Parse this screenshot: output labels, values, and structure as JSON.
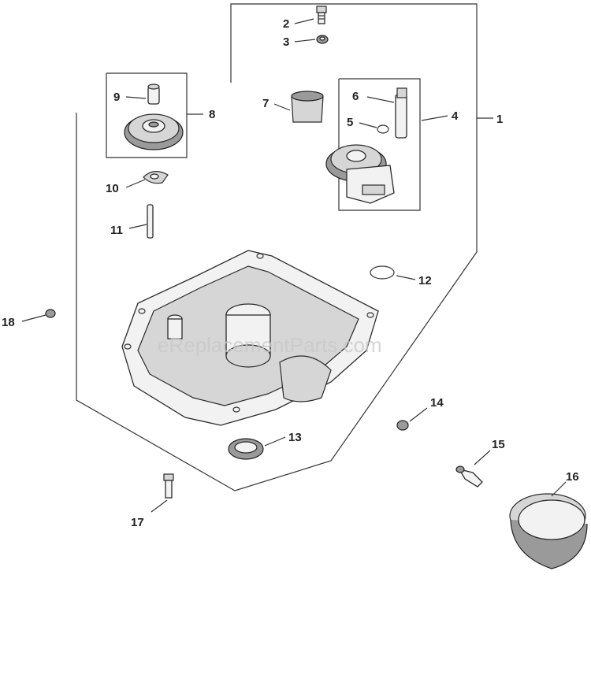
{
  "watermark": "eReplacementParts.com",
  "parts": [
    {
      "id": "1",
      "label": "1"
    },
    {
      "id": "2",
      "label": "2"
    },
    {
      "id": "3",
      "label": "3"
    },
    {
      "id": "4",
      "label": "4"
    },
    {
      "id": "5",
      "label": "5"
    },
    {
      "id": "6",
      "label": "6"
    },
    {
      "id": "7",
      "label": "7"
    },
    {
      "id": "8",
      "label": "8"
    },
    {
      "id": "9",
      "label": "9"
    },
    {
      "id": "10",
      "label": "10"
    },
    {
      "id": "11",
      "label": "11"
    },
    {
      "id": "12",
      "label": "12"
    },
    {
      "id": "13",
      "label": "13"
    },
    {
      "id": "14",
      "label": "14"
    },
    {
      "id": "15",
      "label": "15"
    },
    {
      "id": "16",
      "label": "16"
    },
    {
      "id": "17",
      "label": "17"
    },
    {
      "id": "18",
      "label": "18"
    }
  ]
}
